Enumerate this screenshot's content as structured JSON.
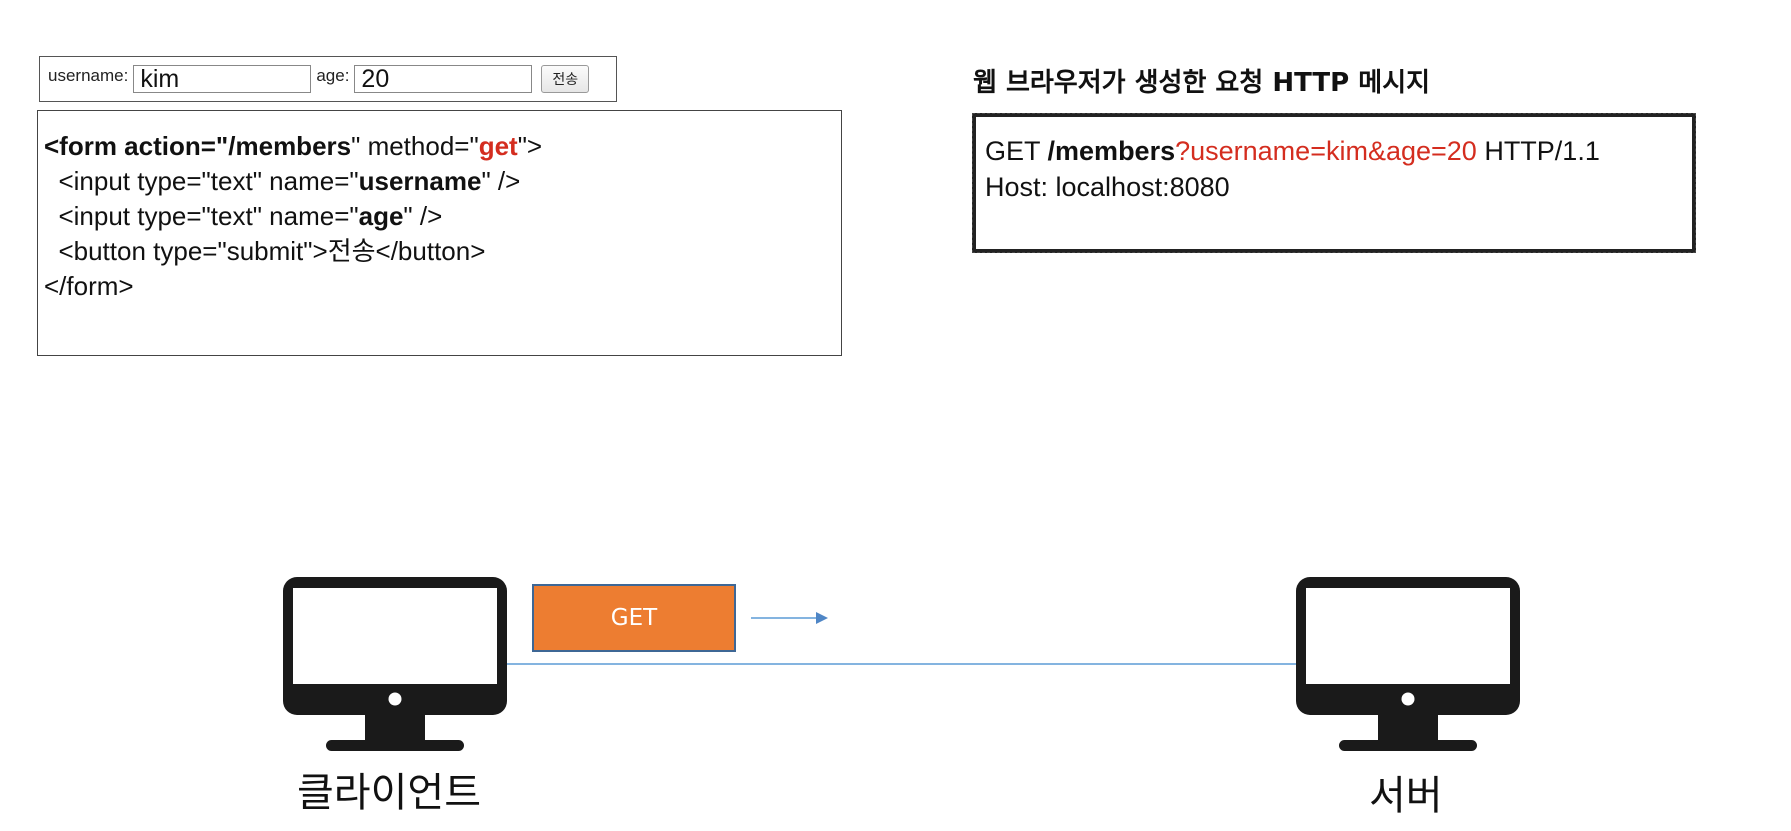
{
  "form_preview": {
    "username_label": "username:",
    "username_value": "kim",
    "age_label": "age:",
    "age_value": "20",
    "submit_label": "전송"
  },
  "code": {
    "line1": {
      "part1": "<form action=\"",
      "action": "/members",
      "part2": "\" method=\"",
      "method": "get",
      "part3": "\">"
    },
    "line2": {
      "part1": "  <input type=\"text\" name=\"",
      "name": "username",
      "part2": "\" />"
    },
    "line3": {
      "part1": "  <input type=\"text\" name=\"",
      "name": "age",
      "part2": "\" />"
    },
    "line4": {
      "part1": "  <button type=\"submit\">전송</button>"
    },
    "line5": {
      "part1": "</form>"
    }
  },
  "http_message": {
    "title_prefix": "웹 브라우저가 생성한 요청 ",
    "title_http": "HTTP",
    "title_suffix": " 메시지",
    "request_method": "GET ",
    "request_path": "/members",
    "request_query": "?username=kim&age=20",
    "request_version": " HTTP/1.1",
    "host_line": "Host: localhost:8080"
  },
  "diagram": {
    "packet_label": "GET",
    "client_label": "클라이언트",
    "server_label": "서버",
    "colors": {
      "packet_fill": "#ed7d31",
      "packet_border": "#3e6795",
      "connection_line": "#5b9bd5",
      "monitor": "#1a1a1a"
    }
  }
}
